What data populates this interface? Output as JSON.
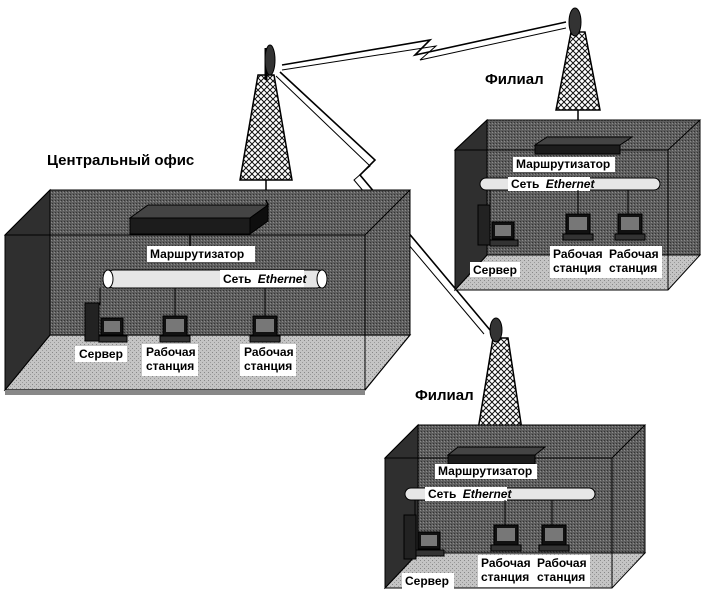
{
  "labels": {
    "central_office": "Центральный офис",
    "branch_1": "Филиал",
    "branch_2": "Филиал"
  },
  "central": {
    "router": "Маршрутизатор",
    "network_prefix": "Сеть",
    "network_name": "Ethernet",
    "server": "Сервер",
    "ws1_line1": "Рабочая",
    "ws1_line2": "станция",
    "ws2_line1": "Рабочая",
    "ws2_line2": "станция"
  },
  "branch1": {
    "router": "Маршрутизатор",
    "network_prefix": "Сеть",
    "network_name": "Ethernet",
    "server": "Сервер",
    "ws1_line1": "Рабочая",
    "ws1_line2": "станция",
    "ws2_line1": "Рабочая",
    "ws2_line2": "станция"
  },
  "branch2": {
    "router": "Маршрутизатор",
    "network_prefix": "Сеть",
    "network_name": "Ethernet",
    "server": "Сервер",
    "ws1_line1": "Рабочая",
    "ws1_line2": "станция",
    "ws2_line1": "Рабочая",
    "ws2_line2": "станция"
  },
  "colors": {
    "room_floor": "#bdbdbd",
    "room_back": "#6e6e6e",
    "room_side": "#3a3a3a",
    "tower": "#1a1a1a",
    "router": "#1c1c1c"
  }
}
